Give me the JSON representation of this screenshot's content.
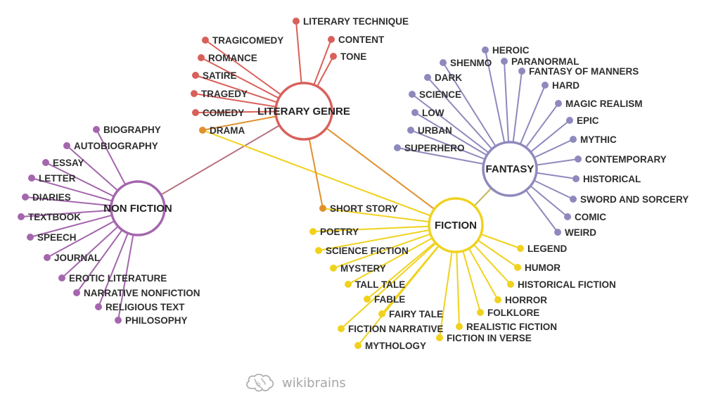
{
  "colors": {
    "literary_genre": "#d9605a",
    "non_fiction": "#a466ad",
    "fantasy": "#8e89bd",
    "fiction": "#f0d21e",
    "cross_orange": "#e0902e",
    "brand": "#a6a6a6"
  },
  "hubs": [
    {
      "id": "literary",
      "label": "LITERARY GENRE",
      "color": "#d9605a"
    },
    {
      "id": "nonfiction",
      "label": "NON FICTION",
      "color": "#a466ad"
    },
    {
      "id": "fantasy",
      "label": "FANTASY",
      "color": "#8e89bd"
    },
    {
      "id": "fiction",
      "label": "FICTION",
      "color": "#f0d21e"
    }
  ],
  "hub_links": [
    {
      "from": "literary",
      "to": "nonfiction",
      "color": "#b8707f"
    },
    {
      "from": "literary",
      "to": "fiction",
      "color": "#e0902e"
    },
    {
      "from": "fantasy",
      "to": "fiction",
      "color": "#c4b45c"
    }
  ],
  "leaves": {
    "literary": [
      {
        "label": "LITERARY TECHNIQUE",
        "color": "#d9605a"
      },
      {
        "label": "CONTENT",
        "color": "#d9605a"
      },
      {
        "label": "TONE",
        "color": "#d9605a"
      },
      {
        "label": "TRAGICOMEDY",
        "color": "#d9605a"
      },
      {
        "label": "ROMANCE",
        "color": "#d9605a"
      },
      {
        "label": "SATIRE",
        "color": "#d9605a"
      },
      {
        "label": "TRAGEDY",
        "color": "#d9605a"
      },
      {
        "label": "COMEDY",
        "color": "#d9605a"
      },
      {
        "label": "DRAMA",
        "color": "#e0902e",
        "also_to": "fiction"
      },
      {
        "label": "SHORT STORY",
        "color": "#e0902e",
        "also_to": "fiction"
      }
    ],
    "nonfiction": [
      {
        "label": "BIOGRAPHY",
        "color": "#a466ad"
      },
      {
        "label": "AUTOBIOGRAPHY",
        "color": "#a466ad"
      },
      {
        "label": "ESSAY",
        "color": "#a466ad"
      },
      {
        "label": "LETTER",
        "color": "#a466ad"
      },
      {
        "label": "DIARIES",
        "color": "#a466ad"
      },
      {
        "label": "TEXTBOOK",
        "color": "#a466ad"
      },
      {
        "label": "SPEECH",
        "color": "#a466ad"
      },
      {
        "label": "JOURNAL",
        "color": "#a466ad"
      },
      {
        "label": "EROTIC LITERATURE",
        "color": "#a466ad"
      },
      {
        "label": "NARRATIVE NONFICTION",
        "color": "#a466ad"
      },
      {
        "label": "RELIGIOUS TEXT",
        "color": "#a466ad"
      },
      {
        "label": "PHILOSOPHY",
        "color": "#a466ad"
      }
    ],
    "fantasy": [
      {
        "label": "HEROIC",
        "color": "#8e89bd"
      },
      {
        "label": "SHENMO",
        "color": "#8e89bd"
      },
      {
        "label": "PARANORMAL",
        "color": "#8e89bd"
      },
      {
        "label": "DARK",
        "color": "#8e89bd"
      },
      {
        "label": "FANTASY OF MANNERS",
        "color": "#8e89bd"
      },
      {
        "label": "HARD",
        "color": "#8e89bd"
      },
      {
        "label": "SCIENCE",
        "color": "#8e89bd"
      },
      {
        "label": "MAGIC REALISM",
        "color": "#8e89bd"
      },
      {
        "label": "LOW",
        "color": "#8e89bd"
      },
      {
        "label": "EPIC",
        "color": "#8e89bd"
      },
      {
        "label": "URBAN",
        "color": "#8e89bd"
      },
      {
        "label": "MYTHIC",
        "color": "#8e89bd"
      },
      {
        "label": "SUPERHERO",
        "color": "#8e89bd"
      },
      {
        "label": "CONTEMPORARY",
        "color": "#8e89bd"
      },
      {
        "label": "HISTORICAL",
        "color": "#8e89bd"
      },
      {
        "label": "SWORD AND SORCERY",
        "color": "#8e89bd"
      },
      {
        "label": "COMIC",
        "color": "#8e89bd"
      },
      {
        "label": "WEIRD",
        "color": "#8e89bd"
      }
    ],
    "fiction": [
      {
        "label": "POETRY",
        "color": "#f0d21e"
      },
      {
        "label": "SCIENCE FICTION",
        "color": "#f0d21e"
      },
      {
        "label": "MYSTERY",
        "color": "#f0d21e"
      },
      {
        "label": "TALL TALE",
        "color": "#f0d21e"
      },
      {
        "label": "FABLE",
        "color": "#f0d21e"
      },
      {
        "label": "FAIRY TALE",
        "color": "#f0d21e"
      },
      {
        "label": "FICTION NARRATIVE",
        "color": "#f0d21e"
      },
      {
        "label": "MYTHOLOGY",
        "color": "#f0d21e"
      },
      {
        "label": "FICTION IN VERSE",
        "color": "#f0d21e"
      },
      {
        "label": "REALISTIC FICTION",
        "color": "#f0d21e"
      },
      {
        "label": "FOLKLORE",
        "color": "#f0d21e"
      },
      {
        "label": "HORROR",
        "color": "#f0d21e"
      },
      {
        "label": "HISTORICAL FICTION",
        "color": "#f0d21e"
      },
      {
        "label": "HUMOR",
        "color": "#f0d21e"
      },
      {
        "label": "LEGEND",
        "color": "#f0d21e"
      }
    ]
  },
  "brand": {
    "name": "wikibrains",
    "icon": "brain-icon"
  }
}
